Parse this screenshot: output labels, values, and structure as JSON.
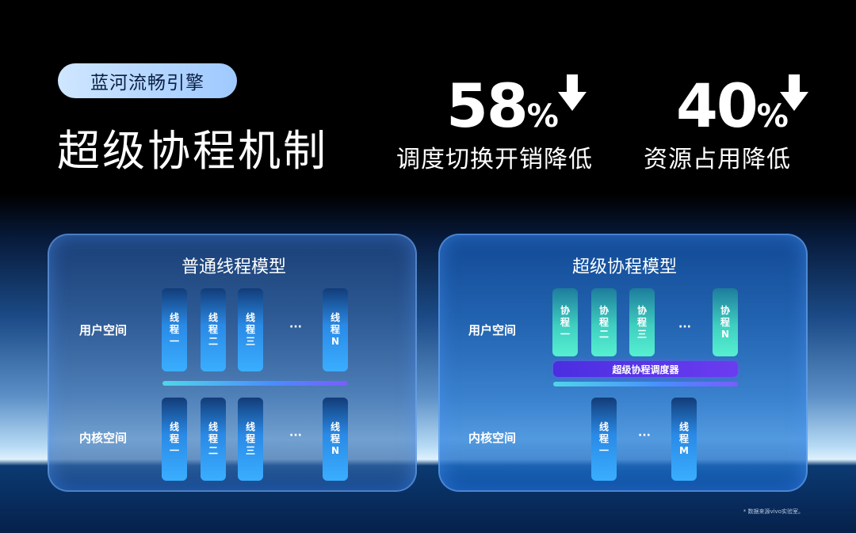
{
  "badge": "蓝河流畅引擎",
  "title": "超级协程机制",
  "stats": [
    {
      "value": "58",
      "unit": "%",
      "caption": "调度切换开销降低",
      "icon": "arrow-down-icon"
    },
    {
      "value": "40",
      "unit": "%",
      "caption": "资源占用降低",
      "icon": "arrow-down-icon"
    }
  ],
  "left_panel": {
    "title": "普通线程模型",
    "user_label": "用户空间",
    "kernel_label": "内核空间",
    "user_items": [
      [
        "线",
        "程",
        "一"
      ],
      [
        "线",
        "程",
        "二"
      ],
      [
        "线",
        "程",
        "三"
      ],
      [
        "线",
        "程",
        "N"
      ]
    ],
    "kernel_items": [
      [
        "线",
        "程",
        "一"
      ],
      [
        "线",
        "程",
        "二"
      ],
      [
        "线",
        "程",
        "三"
      ],
      [
        "线",
        "程",
        "N"
      ]
    ],
    "ellipsis": "···"
  },
  "right_panel": {
    "title": "超级协程模型",
    "user_label": "用户空间",
    "kernel_label": "内核空间",
    "user_items": [
      [
        "协",
        "程",
        "一"
      ],
      [
        "协",
        "程",
        "二"
      ],
      [
        "协",
        "程",
        "三"
      ],
      [
        "协",
        "程",
        "N"
      ]
    ],
    "scheduler": "超级协程调度器",
    "kernel_items": [
      [
        "线",
        "程",
        "一"
      ],
      [
        "线",
        "程",
        "M"
      ]
    ],
    "ellipsis": "···"
  },
  "footnote": "* 数据来源vivo实验室。"
}
